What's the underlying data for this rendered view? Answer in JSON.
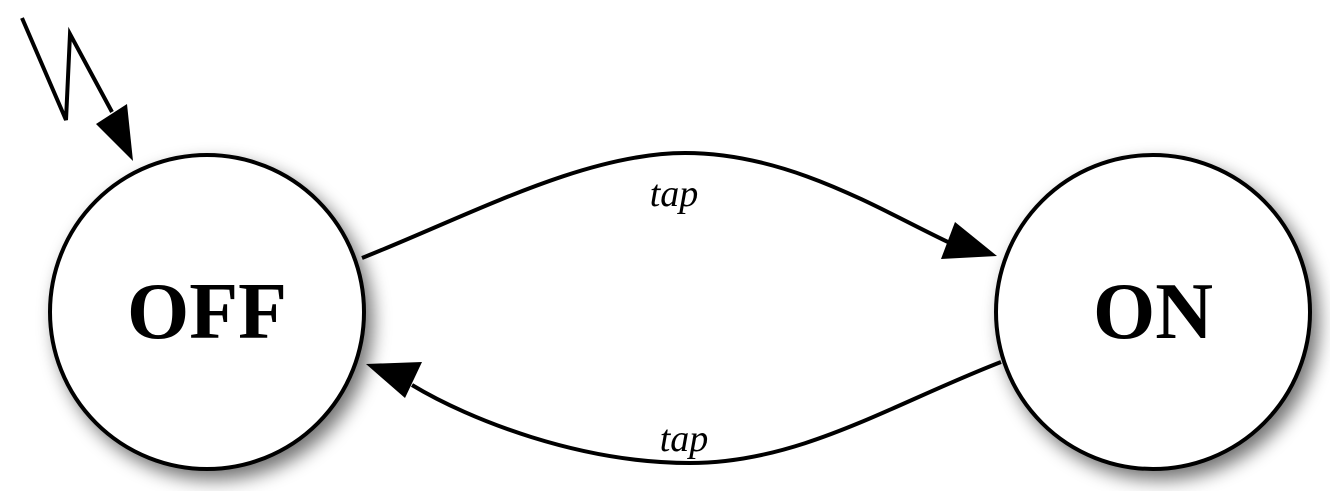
{
  "diagram": {
    "type": "state-machine",
    "states": [
      {
        "id": "off",
        "label": "OFF",
        "initial": true
      },
      {
        "id": "on",
        "label": "ON",
        "initial": false
      }
    ],
    "transitions": [
      {
        "from": "off",
        "to": "on",
        "label": "tap"
      },
      {
        "from": "on",
        "to": "off",
        "label": "tap"
      }
    ],
    "initial_marker_icon": "lightning-bolt-arrow-icon",
    "colors": {
      "stroke": "#000000",
      "fill": "#ffffff",
      "shadow": "#7a7a7a"
    }
  }
}
